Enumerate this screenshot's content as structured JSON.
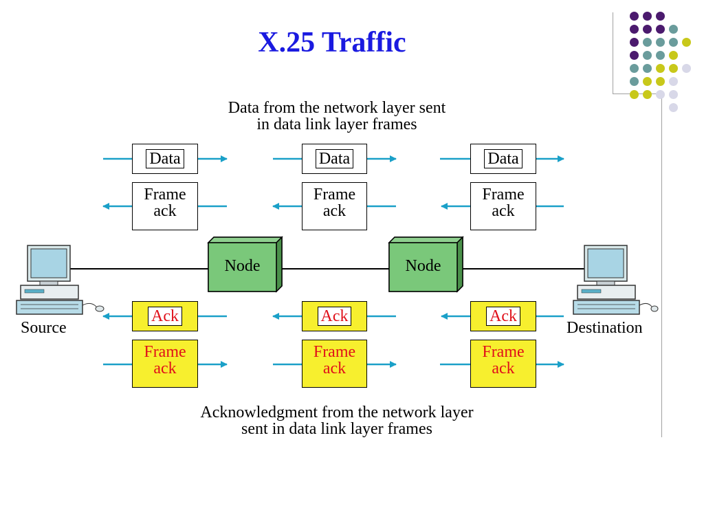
{
  "slide": {
    "title": "X.25 Traffic"
  },
  "diagram": {
    "top_caption_line1": "Data from the network layer sent",
    "top_caption_line2": "in data link layer frames",
    "bottom_caption_line1": "Acknowledgment from the network layer",
    "bottom_caption_line2": "sent in data link layer frames",
    "data_label": "Data",
    "frame_label": "Frame",
    "ack_label": "ack",
    "ack_box_label": "Ack",
    "node_label": "Node",
    "source_label": "Source",
    "destination_label": "Destination"
  },
  "colors": {
    "title": "#1a1ae0",
    "arrow": "#1aa0c8",
    "node": "#7ac87a",
    "yellow_box": "#f7ef2e",
    "red_text": "#e0101a",
    "dot_purple": "#4b1a6e",
    "dot_teal": "#6a9c9c",
    "dot_yellow": "#c8c81a",
    "dot_lavender": "#d8d8e8"
  }
}
